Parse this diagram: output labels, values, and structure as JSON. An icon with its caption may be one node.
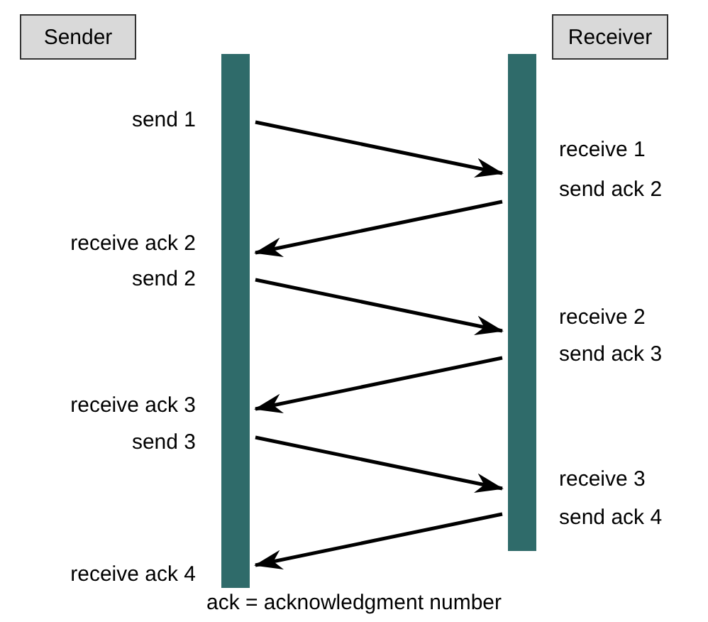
{
  "diagram": {
    "caption": "ack = acknowledgment number",
    "nodes": [
      {
        "text": [
          "Sender"
        ]
      },
      {
        "text": [
          "Receiver"
        ]
      },
      {
        "text": [],
        "shape": "bar"
      },
      {
        "text": [],
        "shape": "bar"
      }
    ],
    "edges": [
      {
        "from": 2,
        "to": 3,
        "arrow": "to"
      },
      {
        "from": 3,
        "to": 2,
        "arrow": "to"
      },
      {
        "from": 2,
        "to": 3,
        "arrow": "to"
      },
      {
        "from": 3,
        "to": 2,
        "arrow": "to"
      },
      {
        "from": 2,
        "to": 3,
        "arrow": "to"
      },
      {
        "from": 3,
        "to": 2,
        "arrow": "to"
      }
    ],
    "labels": [
      "send 1",
      "receive 1",
      "send ack 2",
      "receive ack 2",
      "send 2",
      "receive 2",
      "send ack 3",
      "receive ack 3",
      "send 3",
      "receive 3",
      "send ack 4",
      "receive ack 4"
    ]
  }
}
